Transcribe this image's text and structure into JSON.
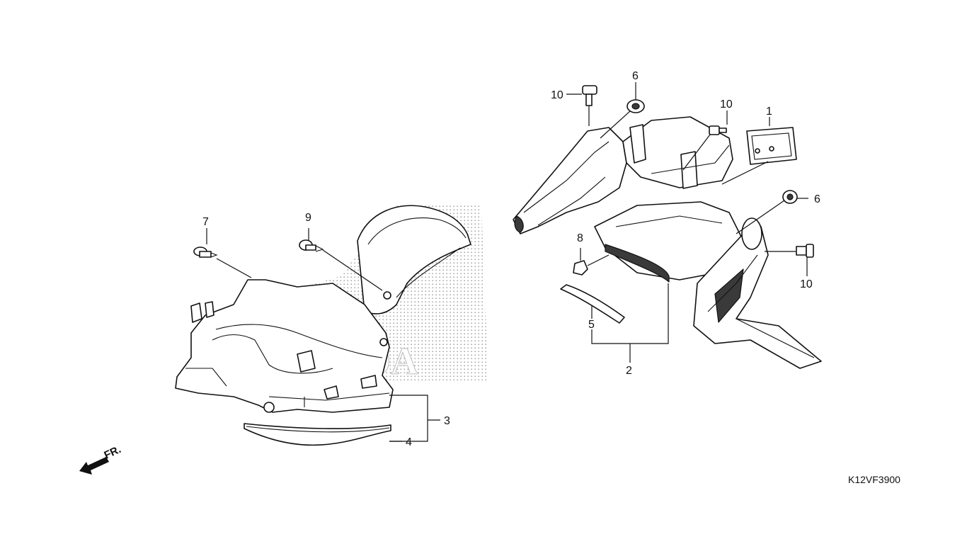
{
  "diagram": {
    "callouts": [
      "1",
      "2",
      "3",
      "4",
      "5",
      "6",
      "6",
      "7",
      "8",
      "9",
      "10",
      "10",
      "10"
    ],
    "front_marker": "FR.",
    "drawing_code": "K12VF3900",
    "watermark": "HONDA"
  }
}
